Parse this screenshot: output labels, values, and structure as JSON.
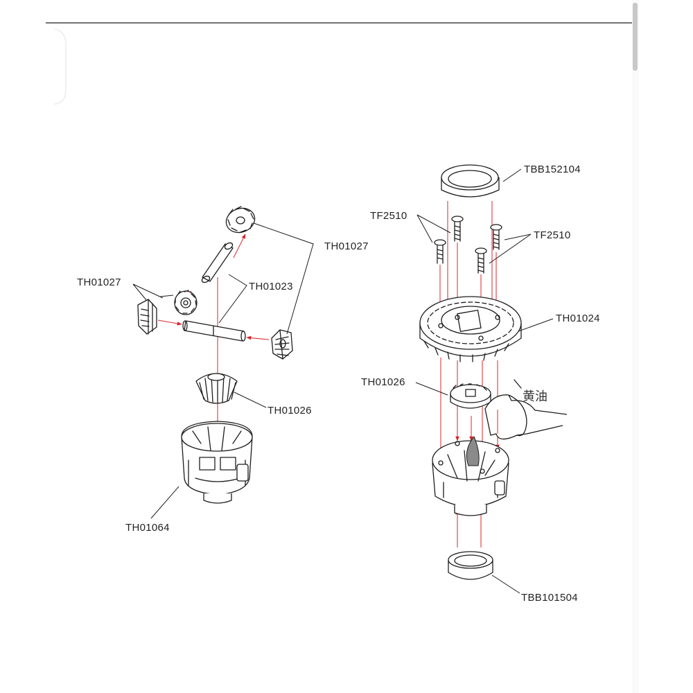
{
  "diagram": {
    "left_assembly": {
      "labels": {
        "gear_upper_right": "TH01027",
        "gear_left": "TH01027",
        "pins": "TH01023",
        "center_gear": "TH01026",
        "housing": "TH01064"
      }
    },
    "right_assembly": {
      "labels": {
        "bearing_top": "TBB152104",
        "screws_left": "TF2510",
        "screws_right": "TF2510",
        "ring_gear": "TH01024",
        "center_gear": "TH01026",
        "grease": "黄油",
        "bearing_bottom": "TBB101504"
      }
    }
  },
  "colors": {
    "line": "#1c1c1c",
    "arrow": "#d8262a",
    "border": "#444444",
    "scrollbar": "#c8c8c8"
  }
}
